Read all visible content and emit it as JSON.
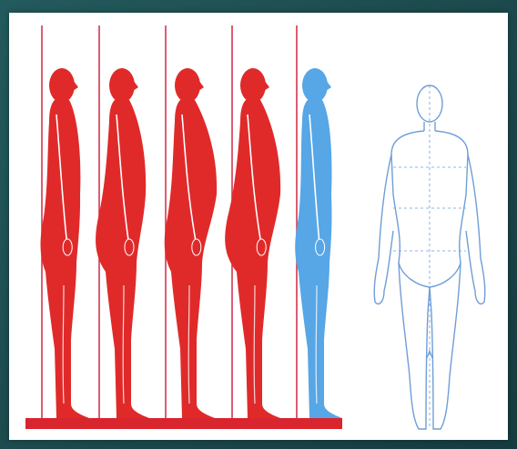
{
  "image": {
    "alt": "",
    "colors": {
      "frame": "#1d4f52",
      "background": "#ffffff",
      "red_figure": "#e02a2a",
      "blue_figure": "#57a6e6",
      "outline_figure": "#6f9ed8",
      "plumb_line": "#d2364f",
      "floor": "#d8252e"
    },
    "posture_figures": [
      {
        "name": "posture-1",
        "color": "red"
      },
      {
        "name": "posture-2",
        "color": "red"
      },
      {
        "name": "posture-3",
        "color": "red"
      },
      {
        "name": "posture-4",
        "color": "red"
      },
      {
        "name": "posture-5",
        "color": "blue"
      }
    ],
    "front_view_figure": {
      "style": "outline"
    }
  }
}
